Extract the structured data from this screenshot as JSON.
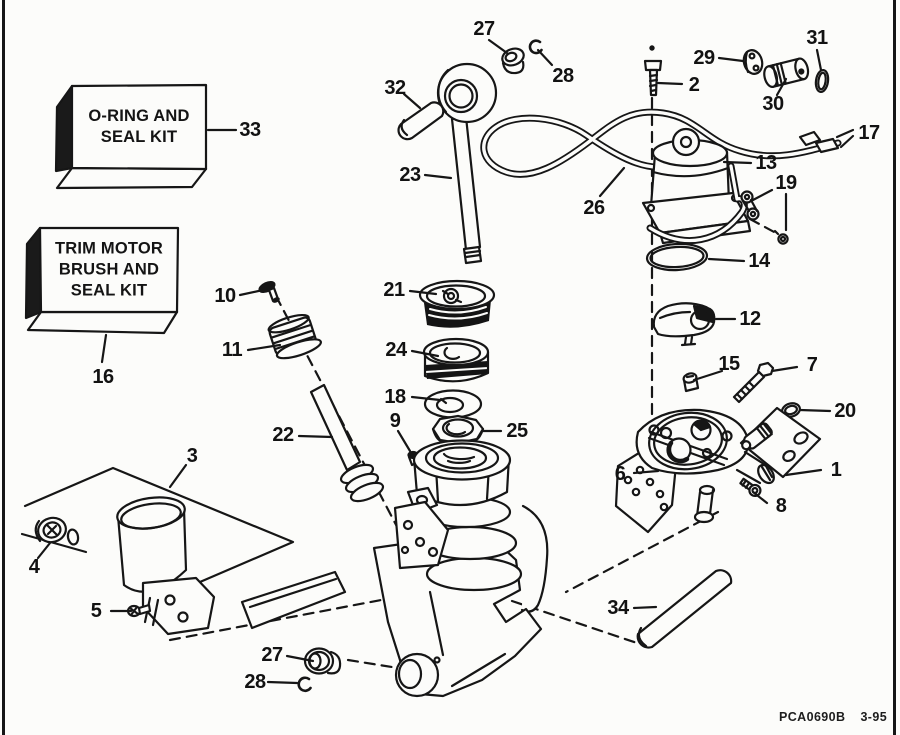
{
  "diagram": {
    "background": "#fcfcfa",
    "line_color": "#161616"
  },
  "kit_boxes": [
    {
      "id": "o-ring-seal-kit",
      "label": "O-RING AND\nSEAL KIT",
      "callout": "33"
    },
    {
      "id": "trim-motor-brush-seal-kit",
      "label": "TRIM MOTOR\nBRUSH AND\nSEAL KIT",
      "callout": "16"
    }
  ],
  "footer": {
    "code": "PCA0690B",
    "date": "3-95"
  },
  "callouts": [
    "27",
    "28",
    "32",
    "33",
    "23",
    "29",
    "2",
    "30",
    "31",
    "17",
    "13",
    "26",
    "19",
    "14",
    "10",
    "21",
    "11",
    "12",
    "24",
    "15",
    "7",
    "18",
    "20",
    "9",
    "25",
    "22",
    "16",
    "3",
    "6",
    "1",
    "8",
    "4",
    "5",
    "34",
    "27",
    "28"
  ]
}
